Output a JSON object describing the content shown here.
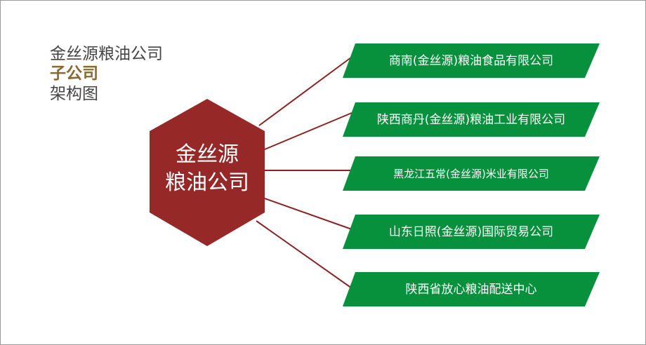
{
  "title": {
    "line1": "金丝源粮油公司",
    "line2": "子公司",
    "line3": "架构图"
  },
  "center": {
    "line1": "金丝源",
    "line2": "粮油公司"
  },
  "subsidiaries": [
    "商南(金丝源)粮油食品有限公司",
    "陕西商丹(金丝源)粮油工业有限公司",
    "黑龙江五常(金丝源)米业有限公司",
    "山东日照(金丝源)国际贸易公司",
    "陕西省放心粮油配送中心"
  ],
  "colors": {
    "hex": "#962828",
    "banner": "#07913c",
    "line": "#8b2323",
    "accent": "#8a6a2f"
  }
}
